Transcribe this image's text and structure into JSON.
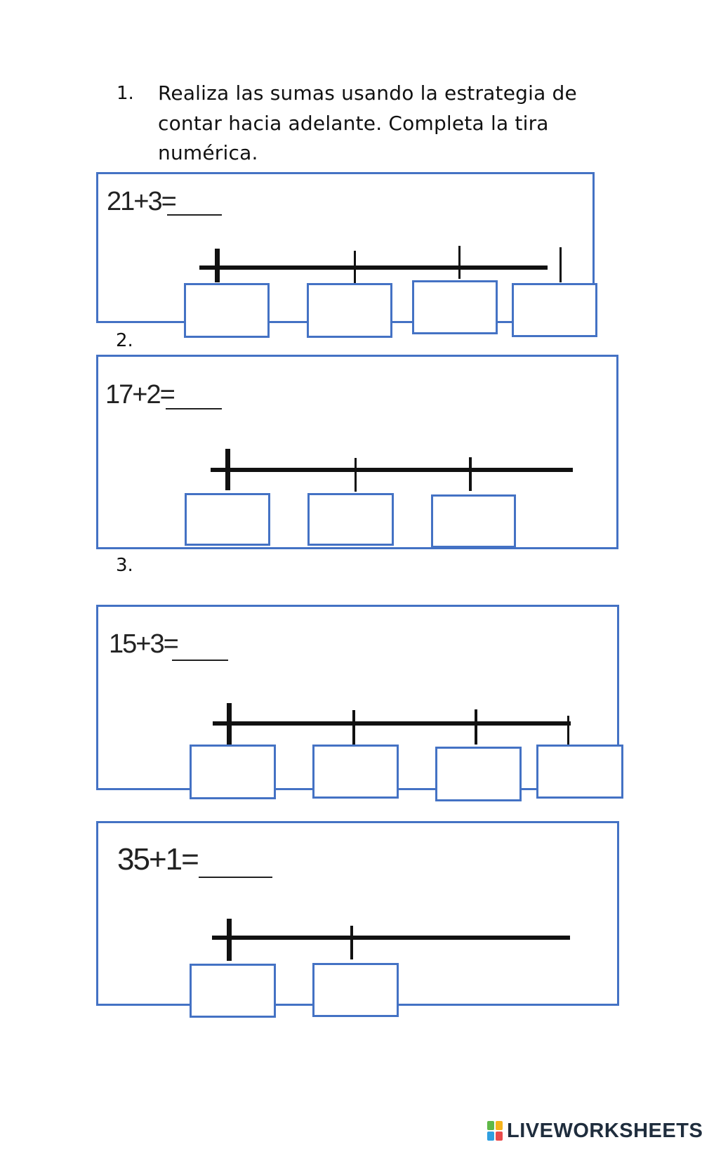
{
  "instruction": {
    "number": "1.",
    "lines": [
      "Realiza las sumas usando la estrategia de",
      "contar hacia adelante. Completa la tira",
      "numérica."
    ]
  },
  "exercises": [
    {
      "number": "",
      "equation": "21+3=",
      "boxes": 4
    },
    {
      "number": "2.",
      "equation": "17+2=",
      "boxes": 3
    },
    {
      "number": "3.",
      "equation": "15+3=",
      "boxes": 4
    },
    {
      "number": "",
      "equation": "35+1=",
      "boxes": 2
    }
  ],
  "footer": {
    "brand": "LIVEWORKSHEETS",
    "colors": {
      "accent": "#4472C4",
      "logo_dark": "#1f2d3d"
    }
  }
}
